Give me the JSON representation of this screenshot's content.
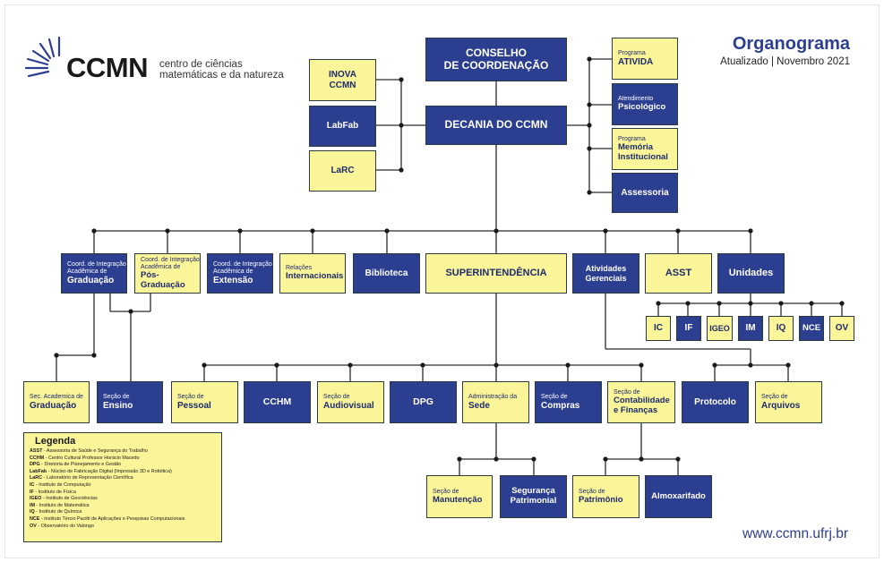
{
  "header": {
    "logo": "CCMN",
    "tagline_line1": "centro de ciências",
    "tagline_line2": "matemáticas e da natureza",
    "title": "Organograma",
    "subtitle": "Atualizado | Novembro 2021"
  },
  "boxes": {
    "conselho": {
      "line1": "CONSELHO",
      "line2": "DE COORDENAÇÃO"
    },
    "decania": "DECANIA DO CCMN",
    "inova": {
      "line1": "INOVA",
      "line2": "CCMN"
    },
    "labfab": "LabFab",
    "larc": "LaRC",
    "atividade": {
      "small": "Programa",
      "main": "ATIVIDA"
    },
    "psicologico": {
      "small": "Atendimento",
      "main": "Psicológico"
    },
    "memoria": {
      "small": "Programa",
      "line1": "Memória",
      "line2": "Institucional"
    },
    "assessoria": "Assessoria",
    "graduacao": {
      "small1": "Coord. de Integração",
      "small2": "Acadêmica de",
      "main": "Graduação"
    },
    "posgrad": {
      "small1": "Coord. de Integração",
      "small2": "Acadêmica de",
      "main": "Pós-Graduação"
    },
    "extensao": {
      "small1": "Coord. de Integração",
      "small2": "Acadêmica de",
      "main": "Extensão"
    },
    "relacoes": {
      "small": "Relações",
      "main": "Internacionais"
    },
    "biblioteca": "Biblioteca",
    "superintendencia": "SUPERINTENDÊNCIA",
    "atividades_gerenciais": {
      "line1": "Atividades",
      "line2": "Gerenciais"
    },
    "asst": "ASST",
    "unidades": "Unidades",
    "ic": "IC",
    "if": "IF",
    "igeo": "IGEO",
    "im": "IM",
    "iq": "IQ",
    "nce": "NCE",
    "ov": "OV",
    "sec_grad": {
      "small": "Sec. Academica de",
      "main": "Graduação"
    },
    "sec_ensino": {
      "small": "Seção de",
      "main": "Ensino"
    },
    "sec_pessoal": {
      "small": "Seção de",
      "main": "Pessoal"
    },
    "cchm": "CCHM",
    "sec_audiovisual": {
      "small": "Seção de",
      "main": "Audiovisual"
    },
    "dpg": "DPG",
    "adm_sede": {
      "small": "Administração da",
      "main": "Sede"
    },
    "sec_compras": {
      "small": "Seção de",
      "main": "Compras"
    },
    "sec_contab": {
      "small": "Seção de",
      "line1": "Contabilidade",
      "line2": "e Finanças"
    },
    "protocolo": "Protocolo",
    "sec_arquivos": {
      "small": "Seção de",
      "main": "Arquivos"
    },
    "sec_manutencao": {
      "small": "Seção de",
      "main": "Manutenção"
    },
    "seguranca": {
      "line1": "Segurança",
      "line2": "Patrimonial"
    },
    "sec_patrimonio": {
      "small": "Seção de",
      "main": "Patrimônio"
    },
    "almoxarifado": "Almoxarifado"
  },
  "legend": {
    "title": "Legenda",
    "items": [
      {
        "abbr": "ASST",
        "desc": " - Assessoria de Saúde e Segurança do Trabalho"
      },
      {
        "abbr": "CCHM",
        "desc": " - Centro Cultural Professor Horácio Macedo"
      },
      {
        "abbr": "DPG",
        "desc": " - Diretoria de Planejamento e Gestão"
      },
      {
        "abbr": "LabFab",
        "desc": " - Núcleo de Fabricação Digital (Impressão 3D e Robótica)"
      },
      {
        "abbr": "LaRC",
        "desc": " - Laboratório de Representação Científica"
      },
      {
        "abbr": "IC",
        "desc": " - Instituto de Computação"
      },
      {
        "abbr": "IF",
        "desc": " - Instituto de Física"
      },
      {
        "abbr": "IGEO",
        "desc": " - Instituto de Geociências"
      },
      {
        "abbr": "IM",
        "desc": " - Instituto de Matemática"
      },
      {
        "abbr": "IQ",
        "desc": " - Instituto de Química"
      },
      {
        "abbr": "NCE",
        "desc": " - Instituto Tércio Pacitti de Aplicações e Pesquisas Computacionais"
      },
      {
        "abbr": "OV",
        "desc": " - Observatório do Valongo"
      }
    ]
  },
  "footer": {
    "website": "www.ccmn.ufrj.br"
  },
  "colors": {
    "blue": "#2c3e8f",
    "yellow": "#fbf59a",
    "line": "#2b2b2b"
  }
}
